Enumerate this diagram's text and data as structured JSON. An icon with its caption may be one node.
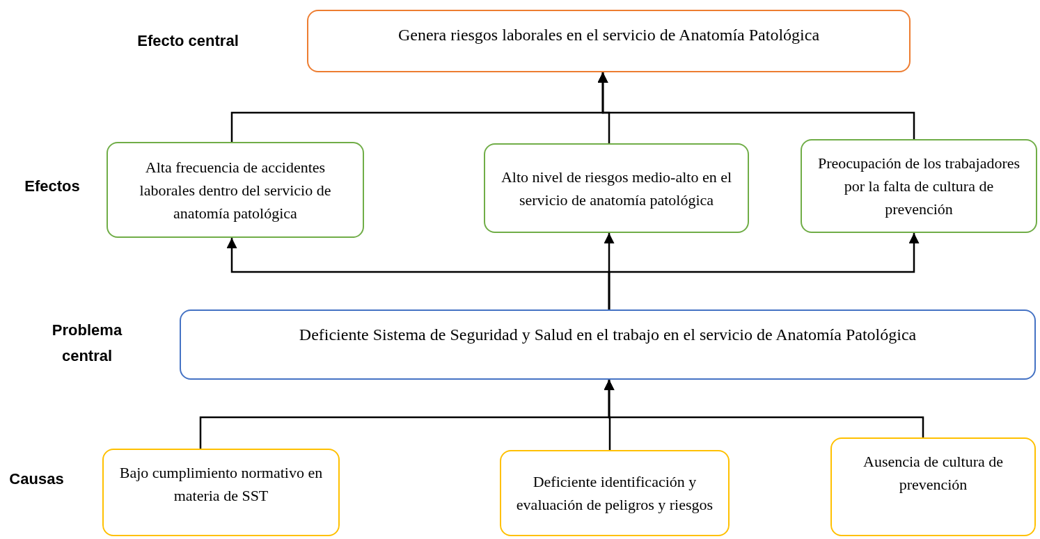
{
  "diagram": {
    "nodes": [
      {
        "text": [
          "Genera riesgos laborales en el servicio de Anatomía Patológica"
        ]
      },
      {
        "text": [
          "Alta frecuencia de accidentes laborales dentro del servicio de anatomía patológica"
        ]
      },
      {
        "text": [
          "Alto nivel de riesgos medio-alto en el servicio de anatomía patológica"
        ]
      },
      {
        "text": [
          "Preocupación de los trabajadores por la falta de cultura de prevención"
        ]
      },
      {
        "text": [
          "Deficiente Sistema de Seguridad y Salud en el trabajo en el servicio de Anatomía Patológica"
        ]
      },
      {
        "text": [
          "Bajo cumplimiento normativo en materia de SST"
        ]
      },
      {
        "text": [
          "Deficiente identificación y evaluación de peligros y riesgos"
        ]
      },
      {
        "text": [
          "Ausencia de cultura de prevención"
        ]
      }
    ],
    "edges": [
      {
        "from": 1,
        "to": 0,
        "arrow": "to"
      },
      {
        "from": 2,
        "to": 0,
        "arrow": "to"
      },
      {
        "from": 3,
        "to": 0,
        "arrow": "to"
      },
      {
        "from": 4,
        "to": 1,
        "arrow": "to"
      },
      {
        "from": 4,
        "to": 2,
        "arrow": "to"
      },
      {
        "from": 4,
        "to": 3,
        "arrow": "to"
      },
      {
        "from": 5,
        "to": 4,
        "arrow": "to"
      },
      {
        "from": 6,
        "to": 4,
        "arrow": "to"
      },
      {
        "from": 7,
        "to": 4,
        "arrow": "to"
      }
    ],
    "labels": [
      "Efecto central",
      "Efectos",
      "Problema central",
      "Causas"
    ]
  }
}
